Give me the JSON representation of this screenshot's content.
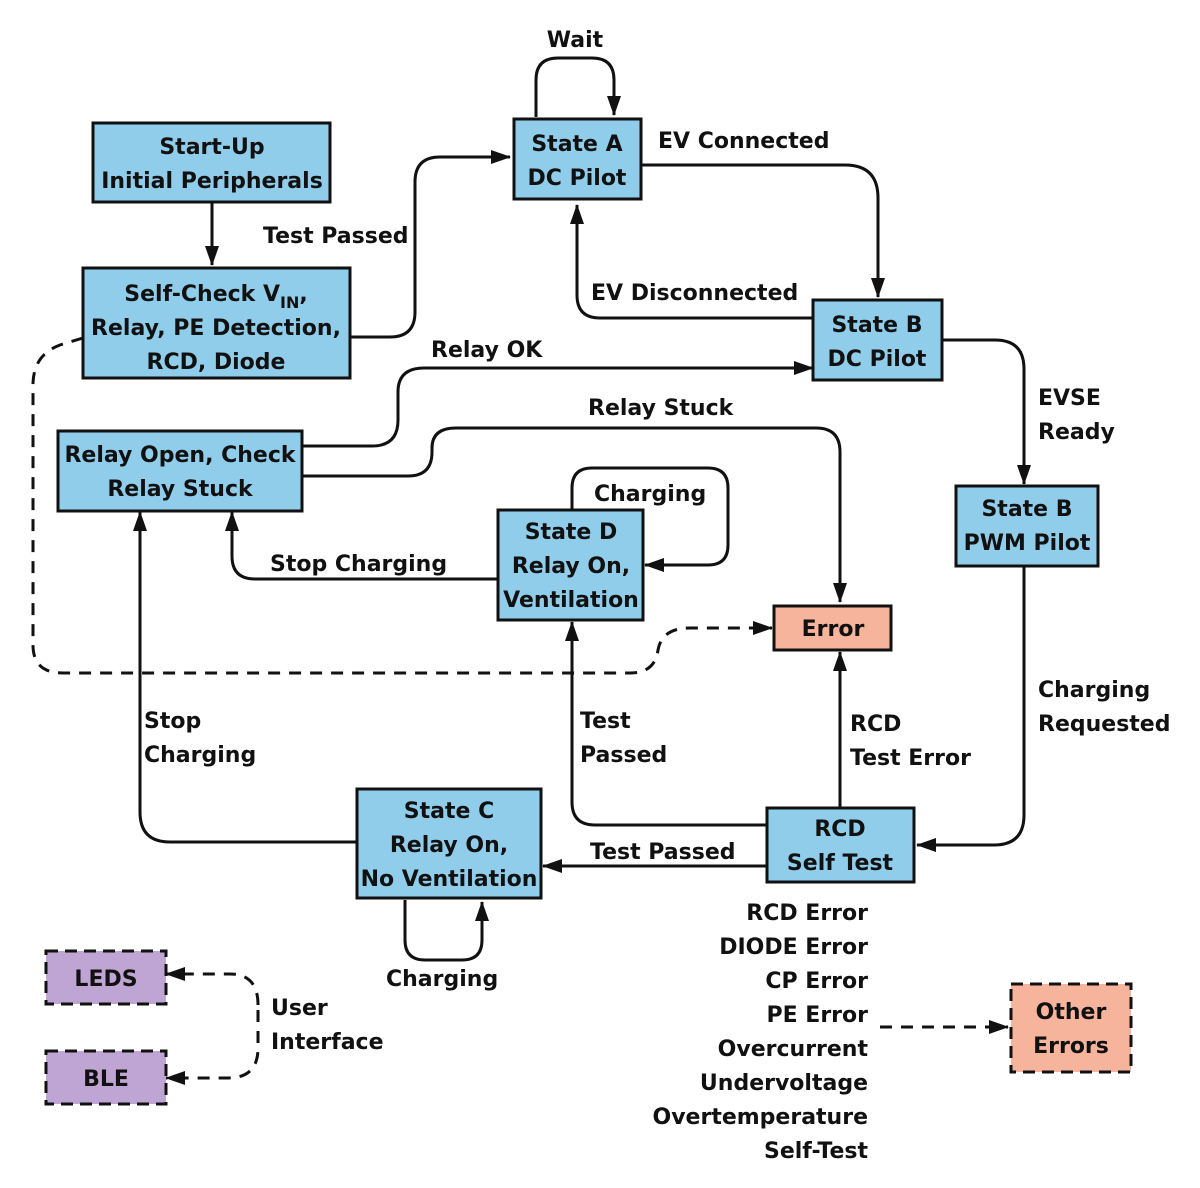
{
  "colors": {
    "state_fill": "#90cdea",
    "error_fill": "#f7b49c",
    "ui_fill": "#bfa5d3",
    "line": "#111111"
  },
  "nodes": {
    "startup": [
      "Start-Up",
      "Initial Peripherals"
    ],
    "selfcheck": {
      "line1_main": "Self-Check V",
      "line1_sub": "IN",
      "line1_tail": ",",
      "line2": "Relay, PE Detection,",
      "line3": "RCD, Diode"
    },
    "state_a": [
      "State A",
      "DC Pilot"
    ],
    "state_b_dc": [
      "State B",
      "DC Pilot"
    ],
    "state_b_pwm": [
      "State B",
      "PWM Pilot"
    ],
    "relay_open": [
      "Relay Open, Check",
      "Relay Stuck"
    ],
    "state_d": [
      "State D",
      "Relay On,",
      "Ventilation"
    ],
    "error": "Error",
    "rcd_self_test": [
      "RCD",
      "Self Test"
    ],
    "state_c": [
      "State C",
      "Relay On,",
      "No Ventilation"
    ],
    "leds": "LEDS",
    "ble": "BLE",
    "other_errors": [
      "Other",
      "Errors"
    ]
  },
  "edges": {
    "wait": "Wait",
    "test_passed_1": "Test Passed",
    "ev_connected": "EV Connected",
    "ev_disconnected": "EV Disconnected",
    "relay_ok": "Relay OK",
    "relay_stuck": "Relay Stuck",
    "evse_ready": [
      "EVSE",
      "Ready"
    ],
    "charging_d": "Charging",
    "stop_charging_1": "Stop Charging",
    "stop_charging_2": [
      "Stop",
      "Charging"
    ],
    "test_passed_2": [
      "Test",
      "Passed"
    ],
    "rcd_test_error": [
      "RCD",
      "Test Error"
    ],
    "charging_requested": [
      "Charging",
      "Requested"
    ],
    "test_passed_3": "Test Passed",
    "charging_c": "Charging",
    "user_interface": [
      "User",
      "Interface"
    ]
  },
  "error_list": [
    "RCD Error",
    "DIODE Error",
    "CP Error",
    "PE Error",
    "Overcurrent",
    "Undervoltage",
    "Overtemperature",
    "Self-Test"
  ]
}
